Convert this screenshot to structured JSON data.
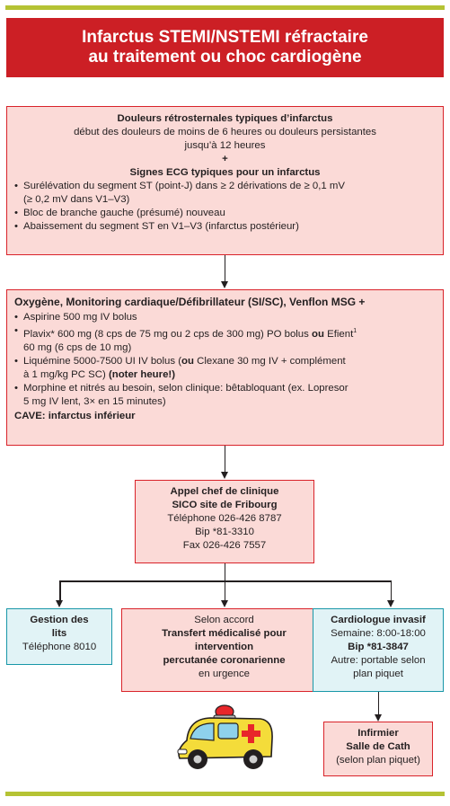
{
  "header": {
    "line1": "Infarctus STEMI/NSTEMI réfractaire",
    "line2": "au traitement ou choc cardiogène"
  },
  "box1": {
    "title": "Douleurs rétrosternales typiques d’infarctus",
    "line2": "début des douleurs de moins de 6 heures ou douleurs persistantes",
    "line3": "jusqu’à 12 heures",
    "plus": "+",
    "ecg_title": "Signes ECG typiques pour un infarctus",
    "bullets": [
      "Surélévation du segment ST (point-J) dans ≥ 2 dérivations de ≥ 0,1 mV",
      "Bloc de branche gauche (présumé) nouveau",
      "Abaissement du segment ST en V1–V3 (infarctus postérieur)"
    ],
    "bullet1_cont": "(≥ 0,2 mV dans V1–V3)"
  },
  "box2": {
    "title": "Oxygène, Monitoring cardiaque/Défibrillateur (SI/SC), Venflon MSG +",
    "b1": "Aspirine 500 mg IV bolus",
    "b2_a": "Plavix* 600 mg (8 cps de 75 mg ou 2 cps de 300 mg) PO bolus ",
    "b2_ou": "ou",
    "b2_b": " Efient",
    "b2_sup": "1",
    "b2_line2": "60 mg (6 cps de 10 mg)",
    "b3_a": "Liquémine 5000-7500 UI IV bolus (",
    "b3_ou": "ou",
    "b3_b": " Clexane 30 mg IV + complément",
    "b3_line2_a": "à 1 mg/kg PC SC) ",
    "b3_line2_b": "(noter heure!)",
    "b4": "Morphine et nitrés au besoin, selon clinique: bêtabloquant (ex. Lopresor",
    "b4_line2": "5 mg IV lent, 3× en 15 minutes)",
    "cave": "CAVE: infarctus inférieur"
  },
  "box3": {
    "title1": "Appel chef de clinique",
    "title2": "SICO site de Fribourg",
    "phone": "Téléphone 026-426 8787",
    "bip": "Bip *81-3310",
    "fax": "Fax 026-426 7557"
  },
  "box_left": {
    "title1": "Gestion des",
    "title2": "lits",
    "phone": "Téléphone 8010"
  },
  "box_mid": {
    "line1": "Selon accord",
    "bold1": "Transfert médicalisé pour",
    "bold2": "intervention",
    "bold3": "percutanée coronarienne",
    "line5": "en urgence"
  },
  "box_right": {
    "title": "Cardiologue invasif",
    "week": "Semaine: 8:00-18:00",
    "bip": "Bip *81-3847",
    "other1": "Autre: portable selon",
    "other2": "plan piquet"
  },
  "box_nurse": {
    "title1": "Infirmier",
    "title2": "Salle de Cath",
    "sub": "(selon plan piquet)"
  },
  "colors": {
    "header_red": "#cc1f25",
    "box_border_red": "#d9232a",
    "box_fill_pink": "#fbdad7",
    "box_border_teal": "#1897a8",
    "box_fill_teal": "#e1f3f6",
    "rule_green": "#b5c334"
  },
  "icons": {
    "ambulance": "ambulance-icon"
  }
}
